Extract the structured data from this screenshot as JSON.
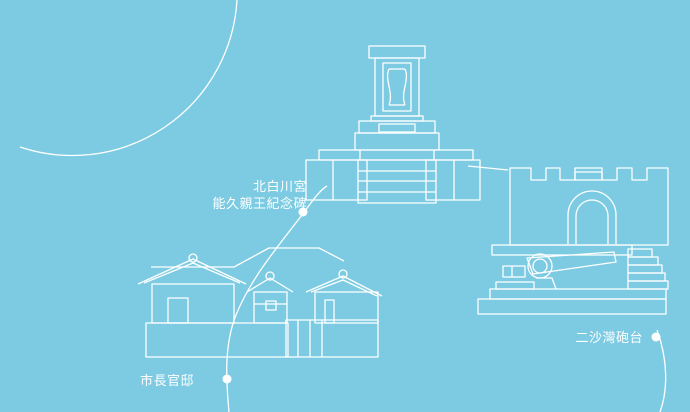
{
  "colors": {
    "background": "#7ccbe2",
    "line": "#ffffff"
  },
  "labels": {
    "kitashirakawa_line1": "北白川宮",
    "kitashirakawa_line2": "能久親王紀念碑",
    "fort": "二沙灣砲台",
    "mayor_residence": "市長官邸"
  }
}
